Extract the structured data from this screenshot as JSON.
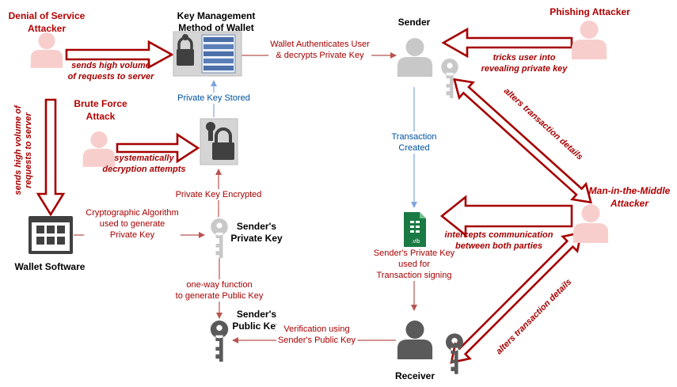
{
  "actors": {
    "dos": "Denial of Service\nAttacker",
    "brute": "Brute Force\nAttack",
    "phishing": "Phishing Attacker",
    "mitm": "Man-in-the-Middle\nAttacker"
  },
  "nodes": {
    "kmm": "Key Management\nMethod of Wallet",
    "sender": "Sender",
    "wallet_software": "Wallet Software",
    "private_key": "Sender's\nPrivate Key",
    "public_key": "Sender's\nPublic Key",
    "receiver": "Receiver",
    "doc_label": ".vlb"
  },
  "edges": {
    "auth": "Wallet Authenticates User\n& decrypts Private Key",
    "stored": "Private Key Stored",
    "tx_created": "Transaction\nCreated",
    "encrypted": "Private Key Encrypted",
    "crypto": "Cryptographic Algorithm\nused to generate\nPrivate Key",
    "oneway": "one-way function\nto generate Public Key",
    "signing": "Sender's Private Key\nused for\nTransaction signing",
    "verification": "Verification using\nSender's Public Key"
  },
  "attacks": {
    "dos_horizontal": "sends high volume\nof requests to server",
    "dos_vertical": "sends high volume of\nrequests to server",
    "brute": "systematically\ndecryption attempts",
    "phishing": "tricks user into\nrevealing private key",
    "mitm_alter_top": "alters transaction details",
    "mitm_intercept": "intercepts communication\nbetween both parties",
    "mitm_alter_bottom": "alters transaction details"
  },
  "colors": {
    "attacker_text": "#b20000",
    "attack_arrow": "#a50000",
    "edge_text": "#a50000",
    "edge_line": "#b85450",
    "blue_text": "#0050a0",
    "blue_line": "#7ea6e0",
    "person_pink": "#f8cecc",
    "person_gray": "#c8c8c8",
    "person_dark": "#5a5a5a",
    "doc_green": "#1a7a43"
  }
}
